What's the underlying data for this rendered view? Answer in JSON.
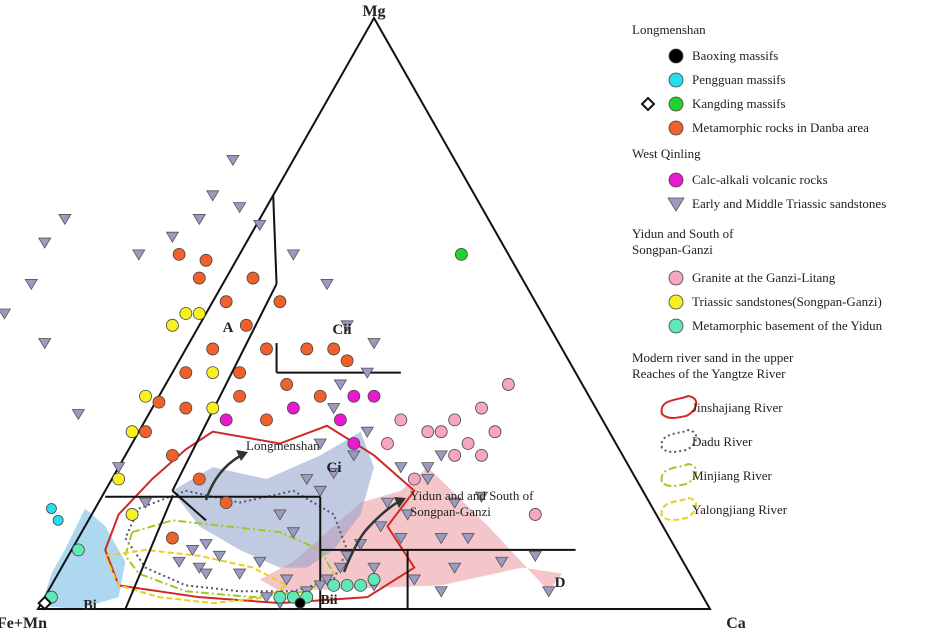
{
  "chart_data": {
    "type": "scatter",
    "subtype": "ternary",
    "vertices": {
      "top": "Mg",
      "left": "Fe+Mn",
      "right": "Ca"
    },
    "region_labels": [
      "A",
      "Cii",
      "Ci",
      "Bi",
      "Bii",
      "D"
    ],
    "annotations": [
      "Longmenshan",
      "Yidun and South of Songpan-Ganzi"
    ],
    "legend_groups": [
      {
        "title": "Longmenshan",
        "items": [
          {
            "label": "Baoxing massifs",
            "marker": "circle",
            "color": "#000000"
          },
          {
            "label": "Pengguan massifs",
            "marker": "circle",
            "color": "#22e0f0"
          },
          {
            "label": "Kangding massifs",
            "marker": "circle",
            "color": "#22d030"
          },
          {
            "label": "Metamorphic rocks in Danba area",
            "marker": "circle",
            "color": "#f0602a"
          }
        ]
      },
      {
        "title": "West Qinling",
        "items": [
          {
            "label": "Calc-alkali volcanic rocks",
            "marker": "circle",
            "color": "#e81ad0"
          },
          {
            "label": "Early and Middle Triassic sandstones",
            "marker": "triangle",
            "color": "#9a9ac2"
          }
        ]
      },
      {
        "title": "Yidun and South of Songpan-Ganzi",
        "items": [
          {
            "label": "Granite at the Ganzi-Litang",
            "marker": "circle",
            "color": "#f6a6c4"
          },
          {
            "label": "Triassic sandstones(Songpan-Ganzi)",
            "marker": "circle",
            "color": "#f8f020"
          },
          {
            "label": "Metamorphic basement of the Yidun",
            "marker": "circle",
            "color": "#60e8b8"
          }
        ]
      },
      {
        "title": "Modern river sand in the upper Reaches of the Yangtze River",
        "items": [
          {
            "label": "Jinshajiang River",
            "marker": "outline-solid",
            "color": "#d02828"
          },
          {
            "label": "Dadu River",
            "marker": "outline-dotted",
            "color": "#555577"
          },
          {
            "label": "Minjiang River",
            "marker": "outline-dashdot",
            "color": "#a0c828"
          },
          {
            "label": "Yalongjiang River",
            "marker": "outline-dashed",
            "color": "#e8d020"
          }
        ]
      }
    ],
    "points": {
      "triangles": [
        [
          0.36,
          0.01
        ],
        [
          0.34,
          0.02
        ],
        [
          0.42,
          0.04
        ],
        [
          0.5,
          0.04
        ],
        [
          0.5,
          0.07
        ],
        [
          0.46,
          0.09
        ],
        [
          0.54,
          0.12
        ],
        [
          0.6,
          0.12
        ],
        [
          0.64,
          0.12
        ],
        [
          0.69,
          0.08
        ],
        [
          0.74,
          0.09
        ],
        [
          0.66,
          0.19
        ],
        [
          0.55,
          0.16
        ],
        [
          0.76,
          0.03
        ],
        [
          0.6,
          0.03
        ],
        [
          0.43,
          0.05
        ],
        [
          0.56,
          0.05
        ],
        [
          0.48,
          0.11
        ],
        [
          0.62,
          0.07
        ],
        [
          0.37,
          0.05
        ],
        [
          0.45,
          0.07
        ],
        [
          0.4,
          0.03
        ],
        [
          0.51,
          0.14
        ],
        [
          0.52,
          0.18
        ],
        [
          0.44,
          0.23
        ],
        [
          0.5,
          0.45
        ],
        [
          0.45,
          0.38
        ],
        [
          0.44,
          0.34
        ],
        [
          0.42,
          0.28
        ],
        [
          0.58,
          0.24
        ],
        [
          0.6,
          0.26
        ],
        [
          0.58,
          0.22
        ],
        [
          0.62,
          0.18
        ],
        [
          0.54,
          0.24
        ],
        [
          0.49,
          0.3
        ],
        [
          0.47,
          0.26
        ],
        [
          0.4,
          0.22
        ],
        [
          0.42,
          0.2
        ],
        [
          0.36,
          0.16
        ],
        [
          0.38,
          0.13
        ],
        [
          0.3,
          0.06
        ],
        [
          0.33,
          0.08
        ],
        [
          0.24,
          0.07
        ],
        [
          0.21,
          0.08
        ],
        [
          0.25,
          0.06
        ],
        [
          0.27,
          0.09
        ],
        [
          0.23,
          0.1
        ],
        [
          0.25,
          0.11
        ],
        [
          0.16,
          0.18
        ],
        [
          0.12,
          0.24
        ],
        [
          0.06,
          0.33
        ],
        [
          0.01,
          0.45
        ],
        [
          -0.05,
          0.5
        ],
        [
          -0.01,
          0.55
        ],
        [
          0.01,
          0.62
        ],
        [
          0.04,
          0.66
        ],
        [
          0.15,
          0.6
        ],
        [
          0.2,
          0.63
        ],
        [
          0.26,
          0.7
        ],
        [
          0.29,
          0.76
        ],
        [
          0.24,
          0.66
        ],
        [
          0.3,
          0.68
        ],
        [
          0.33,
          0.65
        ],
        [
          0.38,
          0.6
        ],
        [
          0.43,
          0.55
        ],
        [
          0.46,
          0.48
        ],
        [
          0.49,
          0.4
        ]
      ],
      "circles_orange": [
        [
          0.2,
          0.12
        ],
        [
          0.28,
          0.18
        ],
        [
          0.24,
          0.22
        ],
        [
          0.2,
          0.26
        ],
        [
          0.16,
          0.3
        ],
        [
          0.18,
          0.35
        ],
        [
          0.22,
          0.34
        ],
        [
          0.22,
          0.4
        ],
        [
          0.26,
          0.44
        ],
        [
          0.3,
          0.36
        ],
        [
          0.34,
          0.32
        ],
        [
          0.3,
          0.4
        ],
        [
          0.34,
          0.44
        ],
        [
          0.37,
          0.38
        ],
        [
          0.31,
          0.48
        ],
        [
          0.28,
          0.52
        ],
        [
          0.24,
          0.56
        ],
        [
          0.21,
          0.6
        ],
        [
          0.25,
          0.59
        ],
        [
          0.32,
          0.56
        ],
        [
          0.36,
          0.52
        ],
        [
          0.4,
          0.44
        ],
        [
          0.42,
          0.36
        ],
        [
          0.44,
          0.44
        ],
        [
          0.46,
          0.42
        ]
      ],
      "circles_pink": [
        [
          0.56,
          0.22
        ],
        [
          0.58,
          0.3
        ],
        [
          0.6,
          0.3
        ],
        [
          0.62,
          0.32
        ],
        [
          0.62,
          0.26
        ],
        [
          0.64,
          0.28
        ],
        [
          0.66,
          0.26
        ],
        [
          0.68,
          0.3
        ],
        [
          0.66,
          0.34
        ],
        [
          0.7,
          0.38
        ],
        [
          0.74,
          0.16
        ],
        [
          0.54,
          0.32
        ],
        [
          0.52,
          0.28
        ]
      ],
      "circles_yellow": [
        [
          0.14,
          0.3
        ],
        [
          0.16,
          0.36
        ],
        [
          0.2,
          0.48
        ],
        [
          0.22,
          0.5
        ],
        [
          0.24,
          0.5
        ],
        [
          0.26,
          0.4
        ],
        [
          0.12,
          0.22
        ],
        [
          0.14,
          0.16
        ],
        [
          0.26,
          0.34
        ]
      ],
      "circles_magenta": [
        [
          0.28,
          0.32
        ],
        [
          0.38,
          0.34
        ],
        [
          0.45,
          0.32
        ],
        [
          0.47,
          0.36
        ],
        [
          0.5,
          0.36
        ],
        [
          0.47,
          0.28
        ]
      ],
      "circles_teal": [
        [
          0.36,
          0.02
        ],
        [
          0.38,
          0.02
        ],
        [
          0.4,
          0.02
        ],
        [
          0.44,
          0.04
        ],
        [
          0.46,
          0.04
        ],
        [
          0.48,
          0.04
        ],
        [
          0.5,
          0.05
        ],
        [
          0.06,
          0.1
        ],
        [
          0.02,
          0.02
        ]
      ],
      "circles_cyan": [
        [
          0.03,
          0.15
        ],
        [
          0.02,
          0.17
        ]
      ],
      "circles_green": [
        [
          0.63,
          0.6
        ]
      ],
      "circles_black": [
        [
          0.39,
          0.01
        ]
      ],
      "diamond_open": [
        [
          0.01,
          0.01
        ]
      ]
    }
  }
}
